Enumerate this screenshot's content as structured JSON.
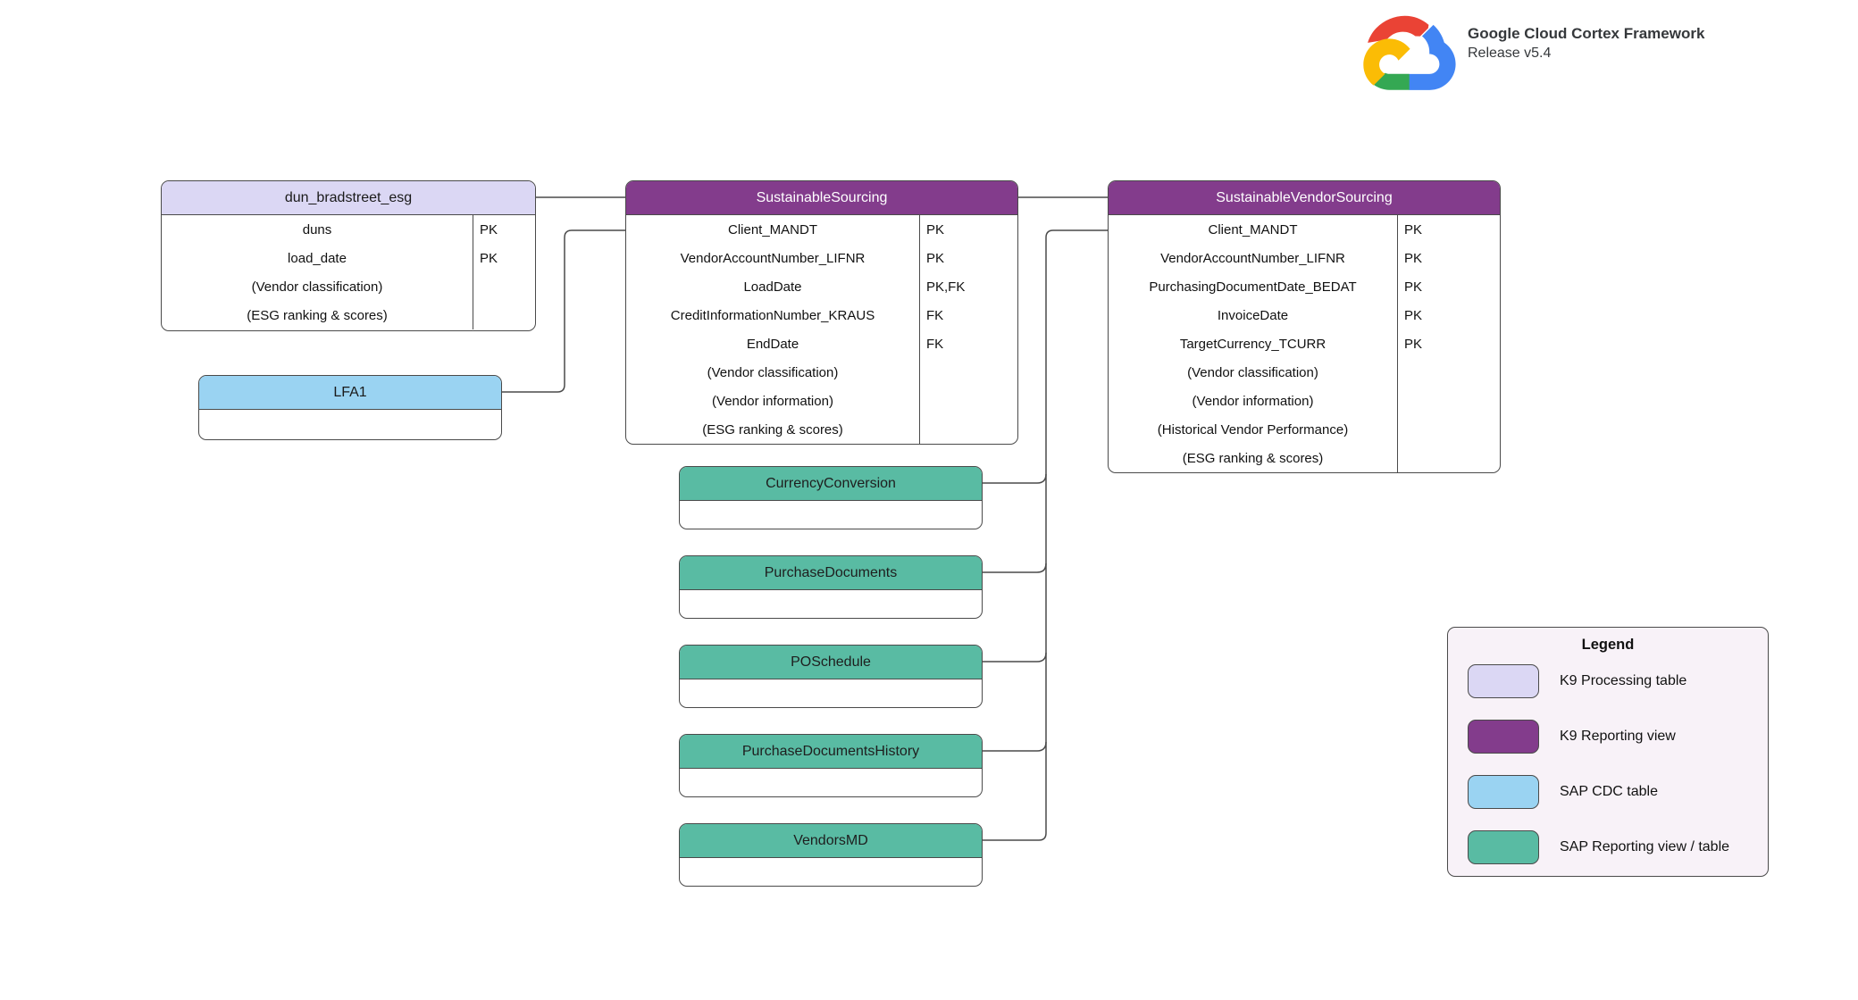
{
  "branding": {
    "title": "Google Cloud Cortex Framework",
    "release": "Release v5.4",
    "logo_icon": "google-cloud-logo",
    "logo_colors": {
      "red": "#EA4335",
      "blue": "#4285F4",
      "green": "#34A853",
      "yellow": "#FBBC05"
    }
  },
  "colors": {
    "k9_processing_table": "#DBD7F4",
    "k9_reporting_view": "#833C8C",
    "sap_cdc_table": "#9AD3F2",
    "sap_reporting_view_table": "#59BBA3",
    "wire": "#4a4a4a"
  },
  "tables": {
    "dun_bradstreet_esg": {
      "title": "dun_bradstreet_esg",
      "type": "K9 Processing table",
      "fields": [
        {
          "name": "duns",
          "key": "PK"
        },
        {
          "name": "load_date",
          "key": "PK"
        },
        {
          "name": "(Vendor classification)",
          "key": ""
        },
        {
          "name": "(ESG ranking & scores)",
          "key": ""
        }
      ]
    },
    "sustainable_sourcing": {
      "title": "SustainableSourcing",
      "type": "K9 Reporting view",
      "fields": [
        {
          "name": "Client_MANDT",
          "key": "PK"
        },
        {
          "name": "VendorAccountNumber_LIFNR",
          "key": "PK"
        },
        {
          "name": "LoadDate",
          "key": "PK,FK"
        },
        {
          "name": "CreditInformationNumber_KRAUS",
          "key": "FK"
        },
        {
          "name": "EndDate",
          "key": "FK"
        },
        {
          "name": "(Vendor classification)",
          "key": ""
        },
        {
          "name": "(Vendor information)",
          "key": ""
        },
        {
          "name": "(ESG ranking & scores)",
          "key": ""
        }
      ]
    },
    "sustainable_vendor_sourcing": {
      "title": "SustainableVendorSourcing",
      "type": "K9 Reporting view",
      "fields": [
        {
          "name": "Client_MANDT",
          "key": "PK"
        },
        {
          "name": "VendorAccountNumber_LIFNR",
          "key": "PK"
        },
        {
          "name": "PurchasingDocumentDate_BEDAT",
          "key": "PK"
        },
        {
          "name": "InvoiceDate",
          "key": "PK"
        },
        {
          "name": "TargetCurrency_TCURR",
          "key": "PK"
        },
        {
          "name": "(Vendor classification)",
          "key": ""
        },
        {
          "name": "(Vendor information)",
          "key": ""
        },
        {
          "name": "(Historical Vendor Performance)",
          "key": ""
        },
        {
          "name": "(ESG ranking & scores)",
          "key": ""
        }
      ]
    },
    "lfa1": {
      "title": "LFA1",
      "type": "SAP CDC table"
    },
    "currency_conversion": {
      "title": "CurrencyConversion",
      "type": "SAP Reporting view / table"
    },
    "purchase_documents": {
      "title": "PurchaseDocuments",
      "type": "SAP Reporting view / table"
    },
    "po_schedule": {
      "title": "POSchedule",
      "type": "SAP Reporting view / table"
    },
    "purchase_documents_history": {
      "title": "PurchaseDocumentsHistory",
      "type": "SAP Reporting view / table"
    },
    "vendors_md": {
      "title": "VendorsMD",
      "type": "SAP Reporting view / table"
    }
  },
  "legend": {
    "title": "Legend",
    "items": [
      {
        "label": "K9 Processing table",
        "color": "#DBD7F4"
      },
      {
        "label": "K9 Reporting view",
        "color": "#833C8C"
      },
      {
        "label": "SAP CDC table",
        "color": "#9AD3F2"
      },
      {
        "label": "SAP Reporting view / table",
        "color": "#59BBA3"
      }
    ]
  }
}
